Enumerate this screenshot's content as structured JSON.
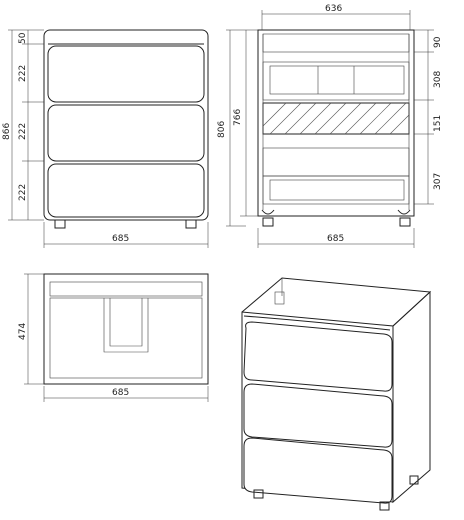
{
  "front_view": {
    "height_total": "866",
    "top_gap": "50",
    "drawer_top": "222",
    "drawer_middle": "222",
    "drawer_bottom": "222",
    "width": "685"
  },
  "side_view": {
    "depth": "636",
    "height_total": "806",
    "height_inner": "766",
    "top_rail": "90",
    "upper_box": "308",
    "middle_panel": "151",
    "lower_box": "307",
    "width": "685"
  },
  "top_view": {
    "depth": "474",
    "width": "685"
  },
  "perspective_view": {}
}
